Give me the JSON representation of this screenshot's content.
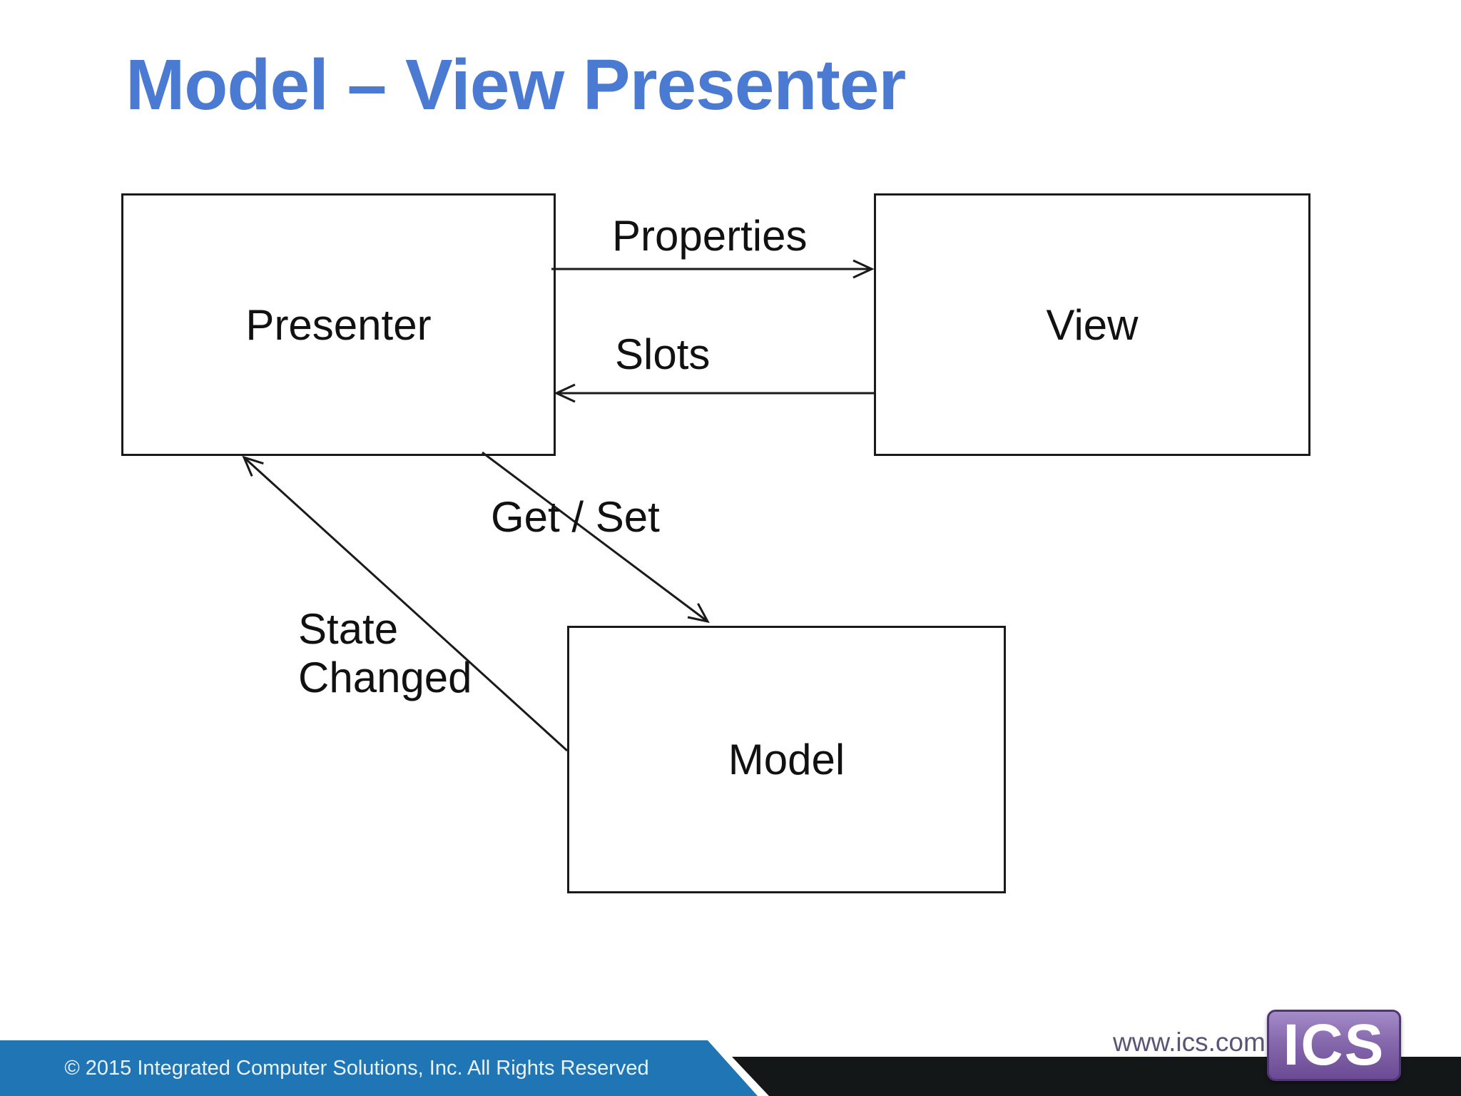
{
  "slide": {
    "title": "Model – View Presenter"
  },
  "diagram": {
    "boxes": {
      "presenter": {
        "label": "Presenter"
      },
      "view": {
        "label": "View"
      },
      "model": {
        "label": "Model"
      }
    },
    "edges": {
      "properties": {
        "label": "Properties",
        "from": "Presenter",
        "to": "View"
      },
      "slots": {
        "label": "Slots",
        "from": "View",
        "to": "Presenter"
      },
      "get_set": {
        "label": "Get / Set",
        "from": "Presenter",
        "to": "Model"
      },
      "state_changed": {
        "label": "State Changed",
        "from": "Model",
        "to": "Presenter"
      }
    }
  },
  "footer": {
    "copyright": "© 2015 Integrated Computer Solutions, Inc. All Rights Reserved",
    "website": "www.ics.com",
    "logo": "ICS"
  },
  "colors": {
    "title_blue": "#4a7ad2",
    "footer_bar_blue": "#2076b4",
    "footer_bar_black": "#131718",
    "logo_purple": "#6a4b94",
    "website_text": "#5b5575",
    "diagram_line": "#1a1a1a"
  }
}
